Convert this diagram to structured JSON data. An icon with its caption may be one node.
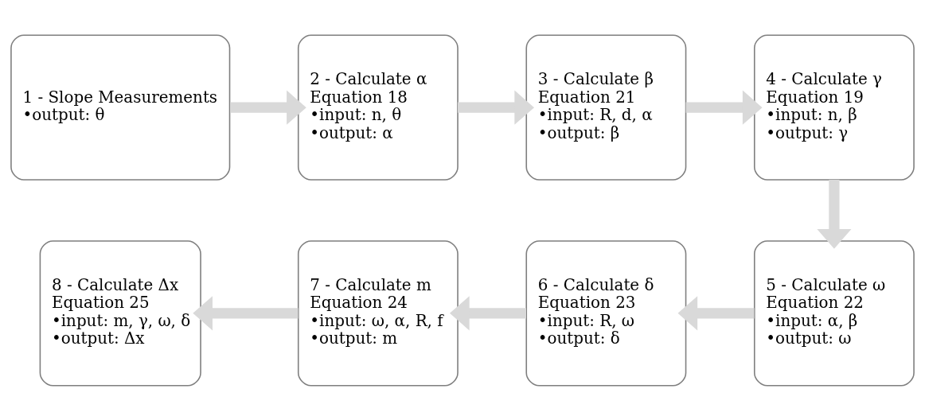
{
  "diagram": {
    "nodes": [
      {
        "text": [
          "1 - Slope Measurements",
          "•output: θ"
        ]
      },
      {
        "text": [
          "2 - Calculate α",
          "Equation 18",
          "•input: n, θ",
          "•output: α"
        ]
      },
      {
        "text": [
          "3 - Calculate β",
          "Equation 21",
          "•input: R, d, α",
          "•output: β"
        ]
      },
      {
        "text": [
          "4 - Calculate γ",
          "Equation 19",
          "•input: n, β",
          "•output: γ"
        ]
      },
      {
        "text": [
          "5 - Calculate ω",
          "Equation 22",
          "•input: α, β",
          "•output: ω"
        ]
      },
      {
        "text": [
          "6 - Calculate δ",
          "Equation 23",
          "•input: R, ω",
          "•output: δ"
        ]
      },
      {
        "text": [
          "7 - Calculate m",
          "Equation 24",
          "•input: ω, α, R, f",
          "•output: m"
        ]
      },
      {
        "text": [
          "8 - Calculate Δx",
          "Equation 25",
          "•input: m, γ, ω, δ",
          "•output: Δx"
        ]
      }
    ],
    "edges": [
      {
        "from": 0,
        "to": 1,
        "arrow": "to"
      },
      {
        "from": 1,
        "to": 2,
        "arrow": "to"
      },
      {
        "from": 2,
        "to": 3,
        "arrow": "to"
      },
      {
        "from": 3,
        "to": 4,
        "arrow": "to"
      },
      {
        "from": 4,
        "to": 5,
        "arrow": "to"
      },
      {
        "from": 5,
        "to": 6,
        "arrow": "to"
      },
      {
        "from": 6,
        "to": 7,
        "arrow": "to"
      }
    ]
  }
}
